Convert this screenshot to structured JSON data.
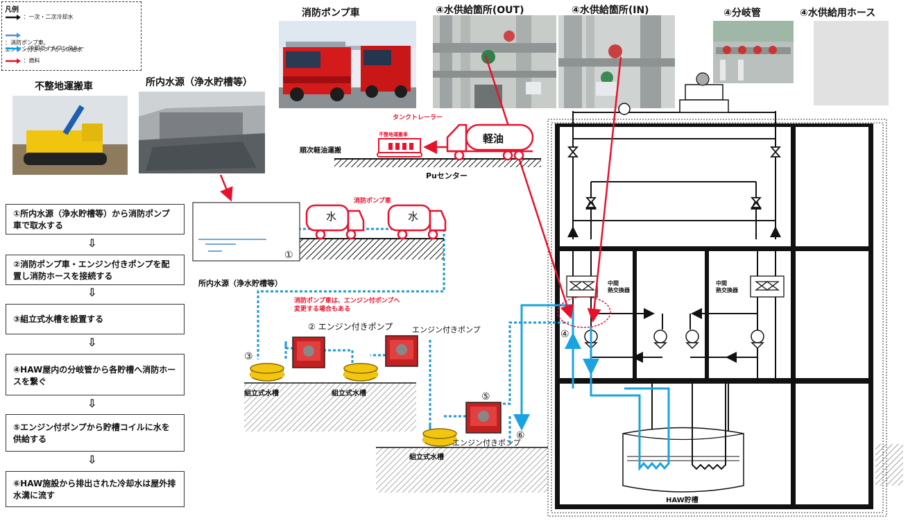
{
  "legend": {
    "title": "凡例",
    "items": [
      {
        "color": "#111111",
        "text": "：一次・二次冷却水"
      },
      {
        "color": "#4a90d9",
        "text": "：消防ポンプ車、\nエンジン付きポンプからの給水"
      },
      {
        "color": "#00a0e9",
        "text": "：冷却コイルワンスルー"
      },
      {
        "color": "#e8112d",
        "text": "：燃料"
      }
    ]
  },
  "photos": {
    "fire_truck": "消防ポンプ車",
    "water_out": "④水供給箇所(OUT)",
    "water_in": "④水供給箇所(IN)",
    "branch_pipe": "④分岐管",
    "hose": "④水供給用ホース",
    "rough_terrain": "不整地運搬車",
    "water_source": "所内水源（浄水貯槽等）"
  },
  "steps": [
    "①所内水源（浄水貯槽等）から消防ポンプ車で取水する",
    "②消防ポンプ車・エンジン付きポンプを配置し消防ホースを接続する",
    "③組立式水槽を設置する",
    "④HAW屋内の分岐管から各貯槽へ消防ホースを繋ぐ",
    "⑤エンジン付ポンプから貯槽コイルに水を供給する",
    "⑥HAW施設から排出された冷却水は屋外排水溝に流す"
  ],
  "step_arrow": "⇩",
  "diagram": {
    "tank_trailer": "タンクトレーラー",
    "diesel": "軽油",
    "rough_small": "不整地運搬車",
    "diesel_transport": "順次軽油運搬",
    "pu_center": "Puセンター",
    "fire_pump_truck": "消防ポンプ車",
    "water_char": "水",
    "water_source_label": "所内水源（浄水貯槽等）",
    "circle1": "①",
    "note_line1": "消防ポンプ車は、エンジン付ポンプへ",
    "note_line2": "変更する場合もある",
    "pump2_label": "② エンジン付きポンプ",
    "pump_label": "エンジン付きポンプ",
    "circle3": "③",
    "tank_a": "組立式水槽",
    "tank_b": "組立式水槽",
    "circle5": "⑤",
    "pump5_label": "エンジン付きポンプ",
    "tank_c": "組立式水槽",
    "circle6": "⑥",
    "circle4": "④",
    "hx_left": "中間\n熱交換器",
    "hx_right": "中間\n熱交換器",
    "haw_tank": "HAW貯槽"
  },
  "colors": {
    "red": "#e8112d",
    "dotted_blue": "#1d9ad6",
    "solid_blue": "#1aa3e0",
    "tank_yellow": "#f2c511"
  }
}
